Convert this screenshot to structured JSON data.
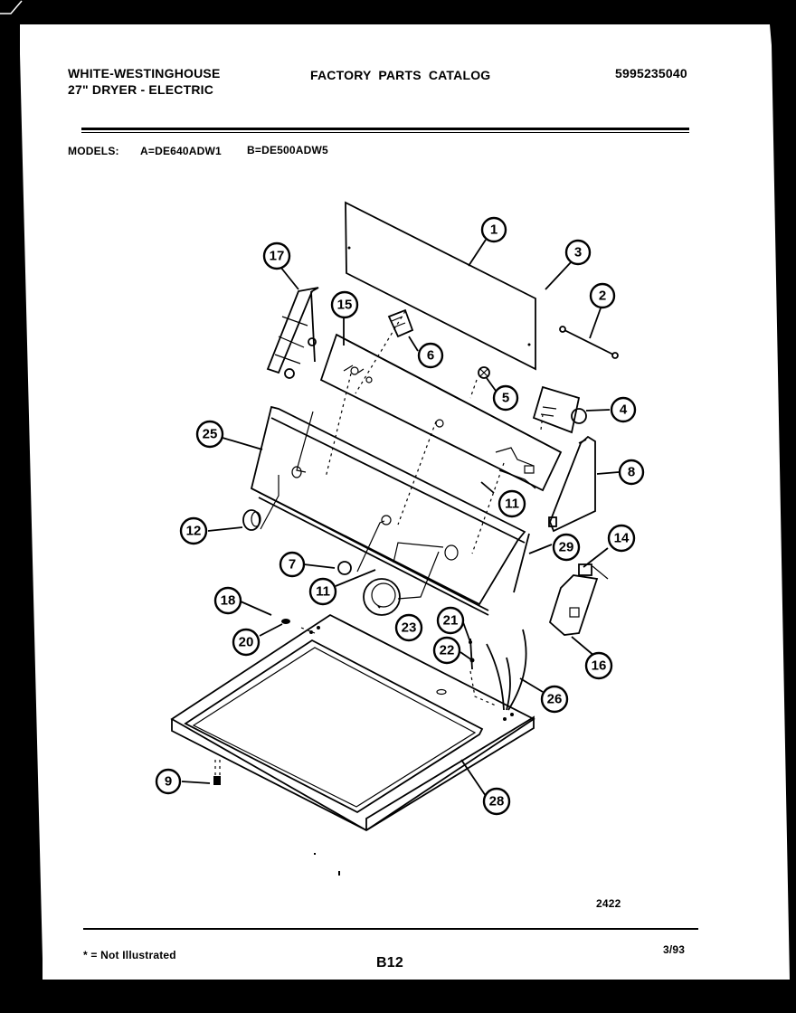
{
  "header": {
    "brand_line1": "WHITE-WESTINGHOUSE",
    "brand_line2": "27\" DRYER - ELECTRIC",
    "catalog_title": "FACTORY PARTS CATALOG",
    "part_number": "5995235040"
  },
  "models": {
    "label": "MODELS:",
    "model_a": "A=DE640ADW1",
    "model_b": "B=DE500ADW5"
  },
  "diagram": {
    "callouts": [
      {
        "id": "1",
        "label": "1"
      },
      {
        "id": "2",
        "label": "2"
      },
      {
        "id": "3",
        "label": "3"
      },
      {
        "id": "4",
        "label": "4"
      },
      {
        "id": "5",
        "label": "5"
      },
      {
        "id": "6",
        "label": "6"
      },
      {
        "id": "7",
        "label": "7"
      },
      {
        "id": "8",
        "label": "8"
      },
      {
        "id": "9",
        "label": "9"
      },
      {
        "id": "11a",
        "label": "11"
      },
      {
        "id": "11b",
        "label": "11"
      },
      {
        "id": "12",
        "label": "12"
      },
      {
        "id": "14",
        "label": "14"
      },
      {
        "id": "15",
        "label": "15"
      },
      {
        "id": "16",
        "label": "16"
      },
      {
        "id": "17",
        "label": "17"
      },
      {
        "id": "18",
        "label": "18"
      },
      {
        "id": "20",
        "label": "20"
      },
      {
        "id": "21",
        "label": "21"
      },
      {
        "id": "22",
        "label": "22"
      },
      {
        "id": "23",
        "label": "23"
      },
      {
        "id": "25",
        "label": "25"
      },
      {
        "id": "26",
        "label": "26"
      },
      {
        "id": "28",
        "label": "28"
      },
      {
        "id": "29",
        "label": "29"
      }
    ],
    "drawing_number": "2422"
  },
  "footer": {
    "footnote": "* = Not Illustrated",
    "page_number": "B12",
    "date": "3/93"
  },
  "colors": {
    "background": "#000000",
    "page": "#ffffff",
    "ink": "#000000"
  }
}
